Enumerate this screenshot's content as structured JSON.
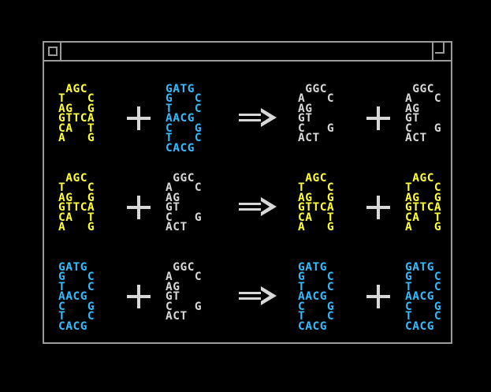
{
  "window": {
    "title": ""
  },
  "rows": [
    {
      "left": {
        "color": "yellow",
        "lines": [
          " AGC",
          "T   C",
          "AG  G",
          "GTTCA",
          "CA  T",
          "A   G"
        ]
      },
      "mid": {
        "color": "blue",
        "lines": [
          "GATG",
          "G   C",
          "T   C",
          "AACG",
          "C   G",
          "T   C",
          "CACG"
        ]
      },
      "out1": {
        "color": "white",
        "lines": [
          " GGC",
          "A   C",
          "AG",
          "GT",
          "C   G",
          "ACT"
        ]
      },
      "out2": {
        "color": "white",
        "lines": [
          " GGC",
          "A   C",
          "AG",
          "GT",
          "C   G",
          "ACT"
        ]
      }
    },
    {
      "left": {
        "color": "yellow",
        "lines": [
          " AGC",
          "T   C",
          "AG  G",
          "GTTCA",
          "CA  T",
          "A   G"
        ]
      },
      "mid": {
        "color": "white",
        "lines": [
          " GGC",
          "A   C",
          "AG",
          "GT",
          "C   G",
          "ACT"
        ]
      },
      "out1": {
        "color": "yellow",
        "lines": [
          " AGC",
          "T   C",
          "AG  G",
          "GTTCA",
          "CA  T",
          "A   G"
        ]
      },
      "out2": {
        "color": "yellow",
        "lines": [
          " AGC",
          "T   C",
          "AG  G",
          "GTTCA",
          "CA  T",
          "A   G"
        ]
      }
    },
    {
      "left": {
        "color": "blue",
        "lines": [
          "GATG",
          "G   C",
          "T   C",
          "AACG",
          "C   G",
          "T   C",
          "CACG"
        ]
      },
      "mid": {
        "color": "white",
        "lines": [
          " GGC",
          "A   C",
          "AG",
          "GT",
          "C   G",
          "ACT"
        ]
      },
      "out1": {
        "color": "blue",
        "lines": [
          "GATG",
          "G   C",
          "T   C",
          "AACG",
          "C   G",
          "T   C",
          "CACG"
        ]
      },
      "out2": {
        "color": "blue",
        "lines": [
          "GATG",
          "G   C",
          "T   C",
          "AACG",
          "C   G",
          "T   C",
          "CACG"
        ]
      }
    }
  ],
  "colors": {
    "yellow": "#ffff33",
    "blue": "#33bbff",
    "white": "#d8d8d8",
    "frame": "#9a9a9a",
    "background": "#000000"
  },
  "icons": {
    "plus": "plus-icon",
    "arrow": "right-arrow-icon",
    "close": "close-box-icon",
    "zoom": "zoom-box-icon"
  }
}
